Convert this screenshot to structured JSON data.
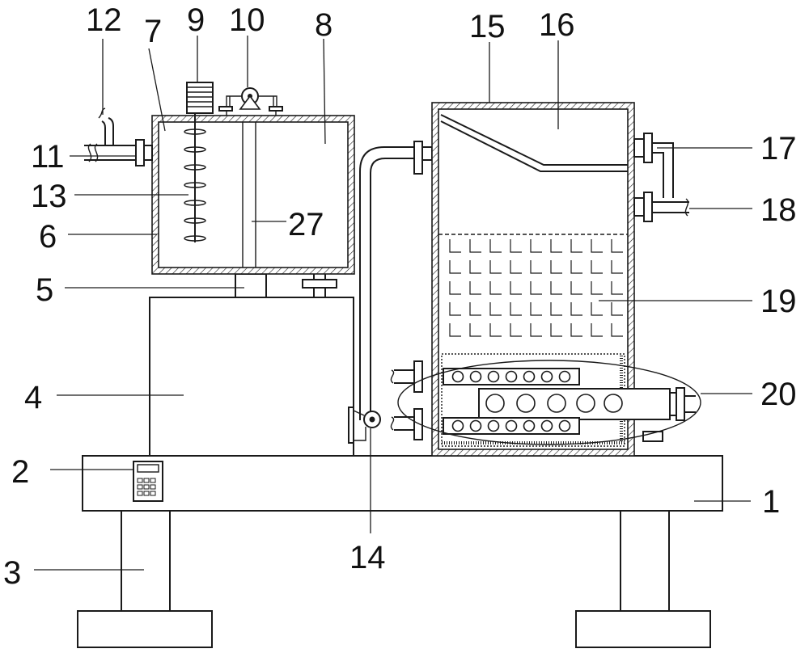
{
  "labels": {
    "l1": "1",
    "l2": "2",
    "l3": "3",
    "l4": "4",
    "l5": "5",
    "l6": "6",
    "l7": "7",
    "l8": "8",
    "l9": "9",
    "l10": "10",
    "l11": "11",
    "l12": "12",
    "l13": "13",
    "l14": "14",
    "l15": "15",
    "l16": "16",
    "l17": "17",
    "l18": "18",
    "l19": "19",
    "l20": "20",
    "l27": "27"
  },
  "icons": {
    "motor": "motor-icon",
    "pump": "pump-icon",
    "control_panel": "control-panel-icon",
    "valve": "valve-icon"
  },
  "colors": {
    "line": "#1a1a1a",
    "background": "#ffffff"
  }
}
